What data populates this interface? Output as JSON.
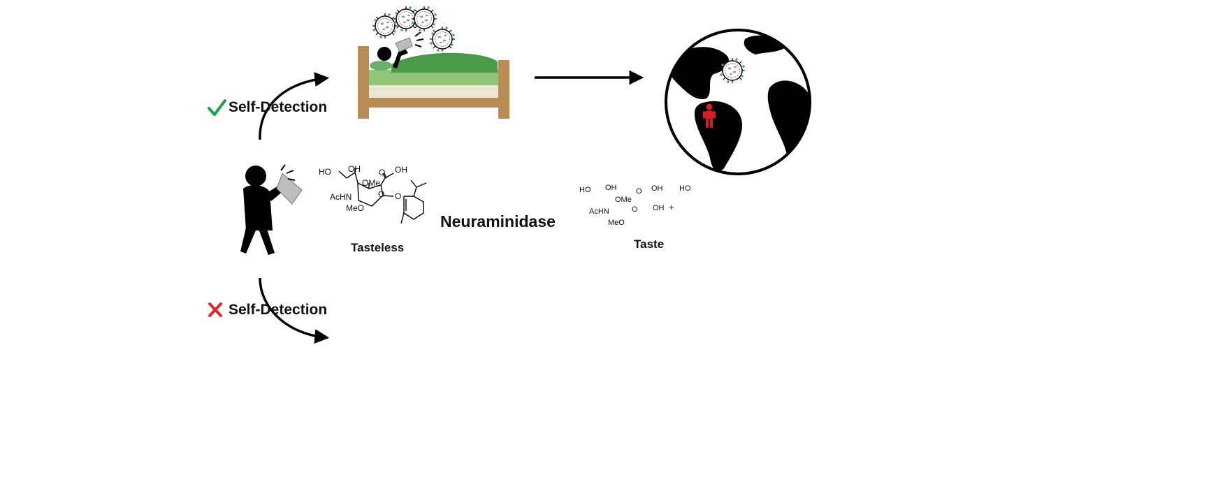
{
  "labels": {
    "self_detection_yes": "Self-Detection",
    "self_detection_no": "Self-Detection",
    "tasteless": "Tasteless",
    "taste": "Taste",
    "neuraminidase": "Neuraminidase"
  },
  "icons": {
    "yes_mark": "check-icon",
    "no_mark": "cross-icon"
  },
  "chem": {
    "left": {
      "ho": "HO",
      "oh": "OH",
      "cooh_o": "O",
      "cooh_oh": "OH",
      "ome": "OMe",
      "achn": "AcHN",
      "meo": "MeO",
      "ring_o": "O",
      "ether_o": "O"
    },
    "right": {
      "ho": "HO",
      "oh": "OH",
      "cooh_o": "O",
      "cooh_oh": "OH",
      "ome": "OMe",
      "achn": "AcHN",
      "meo": "MeO",
      "ring_o": "O",
      "oh2": "OH"
    },
    "plus": "+",
    "thymol_ho": "HO"
  },
  "colors": {
    "check": "#1aa34a",
    "cross": "#e0262b",
    "person_red": "#d11f26",
    "bed_wood": "#b98c55",
    "blanket_green": "#4a9a4a",
    "mattress_green": "#8fc67a",
    "mattress_cream": "#efe6d2",
    "virus_green": "#4caf50"
  }
}
